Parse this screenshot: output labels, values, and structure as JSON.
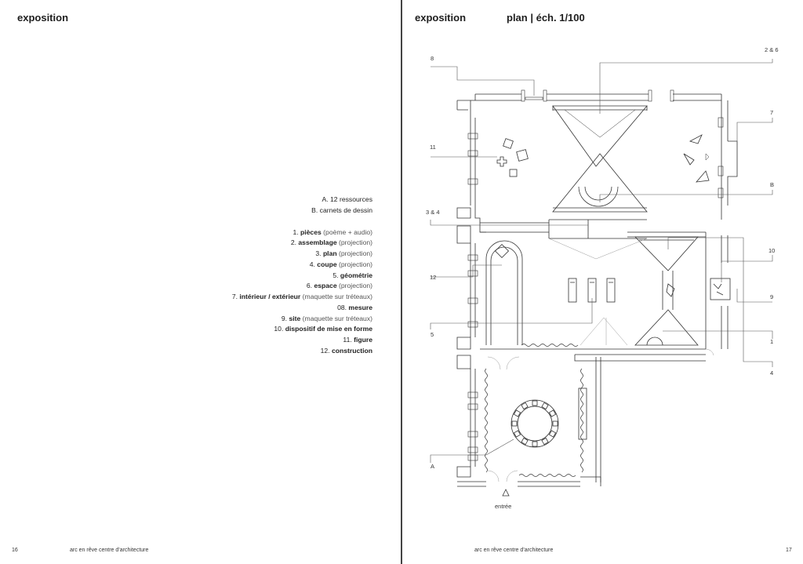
{
  "left_page": {
    "title": "exposition",
    "legend_resources": [
      {
        "code": "A.",
        "label": "12 ressources"
      },
      {
        "code": "B.",
        "label": "carnets de dessin"
      }
    ],
    "legend_items": [
      {
        "code": "1.",
        "label": "pièces",
        "note": "(poème + audio)"
      },
      {
        "code": "2.",
        "label": "assemblage",
        "note": "(projection)"
      },
      {
        "code": "3.",
        "label": "plan",
        "note": "(projection)"
      },
      {
        "code": "4.",
        "label": "coupe",
        "note": "(projection)"
      },
      {
        "code": "5.",
        "label": "géométrie",
        "note": ""
      },
      {
        "code": "6.",
        "label": "espace",
        "note": "(projection)"
      },
      {
        "code": "7.",
        "label": "intérieur / extérieur",
        "note": "(maquette sur tréteaux)"
      },
      {
        "code": "08.",
        "label": "mesure",
        "note": ""
      },
      {
        "code": "9.",
        "label": "site",
        "note": "(maquette sur tréteaux)"
      },
      {
        "code": "10.",
        "label": "dispositif de mise en forme",
        "note": ""
      },
      {
        "code": "11.",
        "label": "figure",
        "note": ""
      },
      {
        "code": "12.",
        "label": "construction",
        "note": ""
      }
    ],
    "page_number": "16",
    "footer": "arc en rêve  centre d’architecture"
  },
  "right_page": {
    "title": "exposition",
    "subtitle": "plan | éch. 1/100",
    "plan_labels": {
      "l8": "8",
      "l26": "2 & 6",
      "l7": "7",
      "l11": "11",
      "lB": "B",
      "l34": "3 & 4",
      "l10": "10",
      "l12": "12",
      "l9": "9",
      "l5": "5",
      "l1": "1",
      "l4": "4",
      "lA": "A"
    },
    "entrance_label": "entrée",
    "page_number": "17",
    "footer": "arc en rêve  centre d’architecture"
  }
}
